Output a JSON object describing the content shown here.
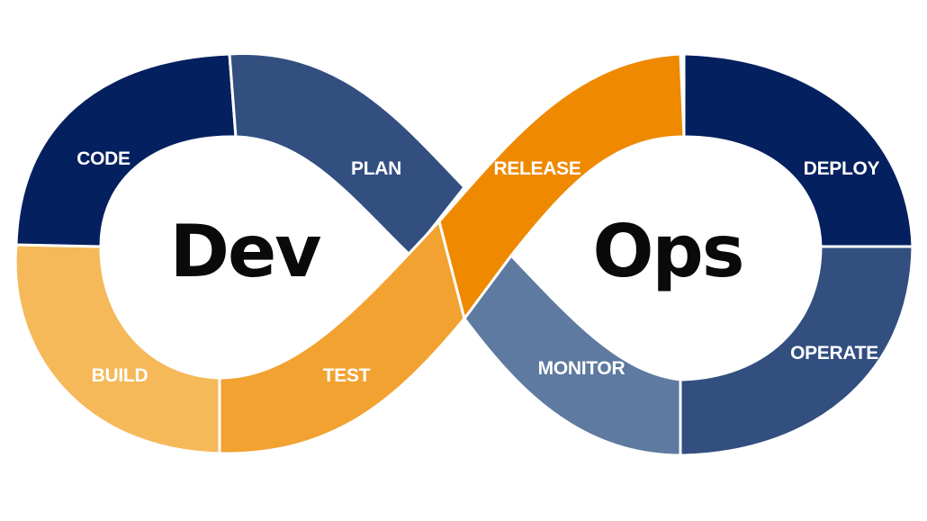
{
  "diagram": {
    "left_word": "Dev",
    "right_word": "Ops",
    "stages": {
      "code": {
        "label": "CODE",
        "color": "#05205f"
      },
      "plan": {
        "label": "PLAN",
        "color": "#324f80"
      },
      "release": {
        "label": "RELEASE",
        "color": "#ee8900"
      },
      "deploy": {
        "label": "DEPLOY",
        "color": "#05205f"
      },
      "operate": {
        "label": "OPERATE",
        "color": "#324f80"
      },
      "monitor": {
        "label": "MONITOR",
        "color": "#5e7aa0"
      },
      "test": {
        "label": "TEST",
        "color": "#f2a230"
      },
      "build": {
        "label": "BUILD",
        "color": "#f5b95a"
      }
    }
  }
}
